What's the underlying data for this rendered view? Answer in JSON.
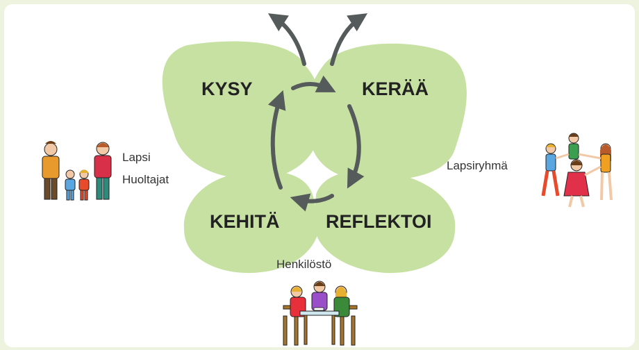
{
  "cycle": {
    "steps": [
      "KYSY",
      "KERÄÄ",
      "REFLEKTOI",
      "KEHITÄ"
    ],
    "petal_color": "#bddc92",
    "overlap_color": "#a9ce7a",
    "arrow_color": "#555a5a"
  },
  "participants": {
    "family": [
      "Lapsi",
      "Huoltajat"
    ],
    "group": "Lapsiryhmä",
    "staff": "Henkilöstö"
  }
}
